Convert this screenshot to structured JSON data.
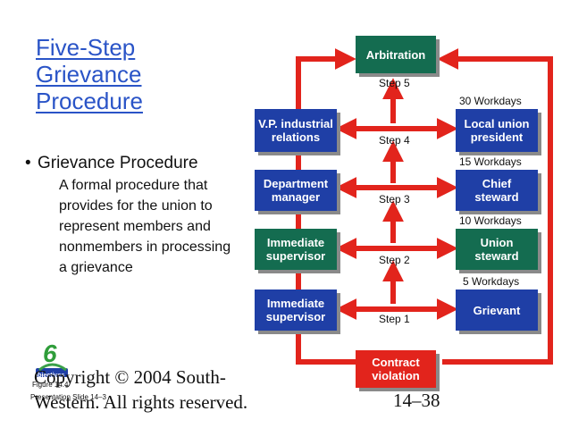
{
  "title_lines": [
    "Five-Step",
    "Grievance",
    "Procedure"
  ],
  "bullet": "Grievance Procedure",
  "description": "A formal procedure that provides for the union to represent members and nonmembers in processing a grievance",
  "boxes": {
    "arbitration": "Arbitration",
    "vp": "V.P. industrial\nrelations",
    "local_union": "Local union\npresident",
    "dept_manager": "Department\nmanager",
    "chief_steward": "Chief\nsteward",
    "imm_sup_1": "Immediate\nsupervisor",
    "union_steward": "Union\nsteward",
    "imm_sup_2": "Immediate\nsupervisor",
    "grievant": "Grievant",
    "contract": "Contract\nviolation"
  },
  "steps": [
    "Step 1",
    "Step 2",
    "Step 3",
    "Step 4",
    "Step 5"
  ],
  "workdays": [
    "5 Workdays",
    "10 Workdays",
    "15 Workdays",
    "30 Workdays"
  ],
  "logo_number": "6",
  "logo_text": "objectives",
  "figure": "Figure 14.4",
  "presentation": "Presentation Slide 14–3",
  "copyright": "Copyright © 2004 South-Western. All rights reserved.",
  "page_number": "14–38",
  "colors": {
    "title": "#2a54c7",
    "blue_box": "#1f3fa6",
    "green_box": "#146c50",
    "red": "#e2241c"
  }
}
